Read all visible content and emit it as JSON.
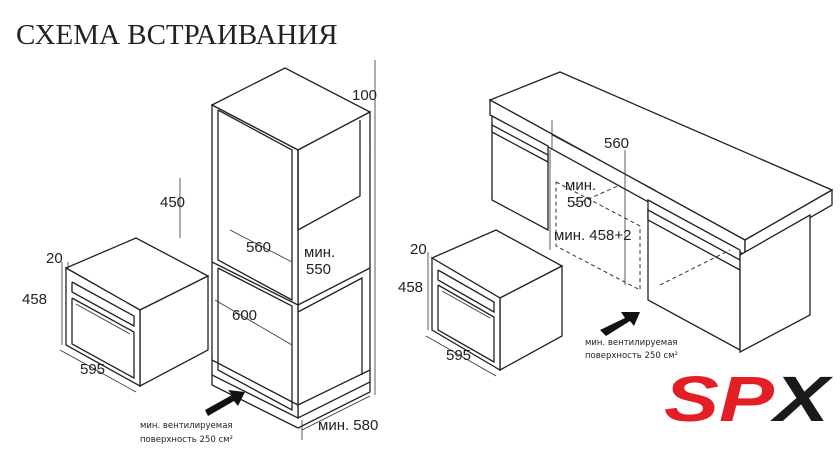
{
  "title": "СХЕМА ВСТРАИВАНИЯ",
  "left_diagram": {
    "dim_top_gap": "100",
    "dim_niche_height": "450",
    "dim_niche_width": "560",
    "dim_niche_depth_label": "мин.",
    "dim_niche_depth_value": "550",
    "dim_cabinet_width": "600",
    "dim_cabinet_depth": "мин. 580",
    "oven_dim_frame": "20",
    "oven_dim_height": "458",
    "oven_dim_width": "595",
    "vent_line1": "мин. вентилируемая",
    "vent_line2": "поверхность 250 см²"
  },
  "right_diagram": {
    "dim_niche_width": "560",
    "dim_niche_depth_label": "мин.",
    "dim_niche_depth_value": "550",
    "dim_niche_height": "мин. 458+2",
    "oven_dim_frame": "20",
    "oven_dim_height": "458",
    "oven_dim_width": "595",
    "vent_line1": "мин. вентилируемая",
    "vent_line2": "поверхность 250 см²"
  },
  "logo": {
    "text_red": "SP",
    "text_black": "X",
    "red": "#e31e24",
    "black": "#1a1a1a"
  }
}
